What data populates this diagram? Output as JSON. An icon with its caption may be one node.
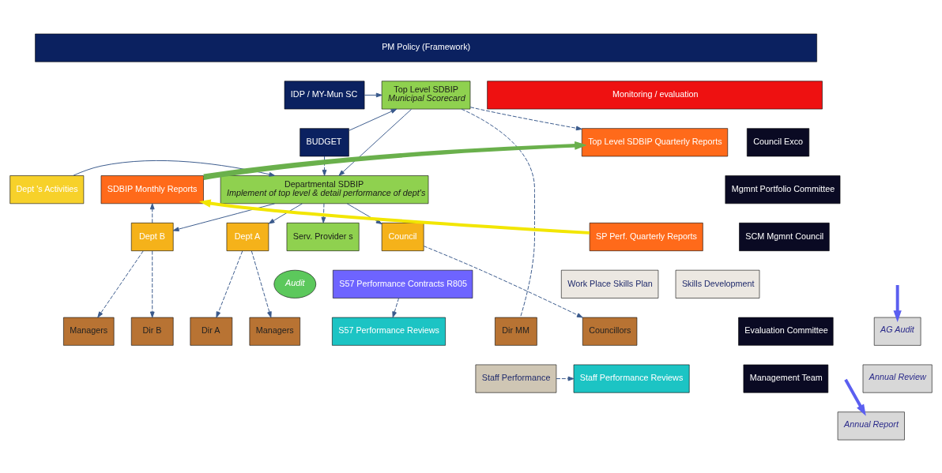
{
  "diagram": {
    "nodes": [
      {
        "text": [
          "PM Policy (Framework)"
        ]
      },
      {
        "text": [
          "IDP / MY-Mun SC"
        ]
      },
      {
        "text": [
          "BUDGET"
        ]
      },
      {
        "text": [
          "Dept 's Activities"
        ]
      },
      {
        "text": [
          "Top Level SDBIP",
          "Municipal Scorecard"
        ]
      },
      {
        "text": [
          "Departmental SDBIP",
          "Implement of top level & detail performance of dept's"
        ]
      },
      {
        "text": [
          "Council"
        ]
      },
      {
        "text": [
          "Dept A"
        ]
      },
      {
        "text": [
          "Dept B"
        ]
      },
      {
        "text": [
          "Serv. Provider s"
        ]
      },
      {
        "text": [
          "S57 Performance Contracts R805"
        ]
      },
      {
        "text": [
          "Dir MM"
        ]
      },
      {
        "text": [
          "Dir A"
        ]
      },
      {
        "text": [
          "Dir B"
        ]
      },
      {
        "text": [
          "Staff Performance"
        ]
      },
      {
        "text": [
          "Councillors"
        ]
      },
      {
        "text": [
          "Managers"
        ]
      },
      {
        "text": [
          "Managers"
        ]
      },
      {
        "text": [
          "Skills Development"
        ]
      },
      {
        "text": [
          "Work Place Skills Plan"
        ]
      },
      {
        "text": [
          "Monitoring / evaluation"
        ]
      },
      {
        "text": [
          "Top Level SDBIP Quarterly Reports"
        ]
      },
      {
        "text": [
          "Council Exco"
        ]
      },
      {
        "text": [
          "SDBIP Monthly Reports"
        ]
      },
      {
        "text": [
          "Mgmnt Portfolio Committee"
        ]
      },
      {
        "text": [
          "SP Perf. Quarterly Reports"
        ]
      },
      {
        "text": [
          "SCM Mgmnt Council"
        ]
      },
      {
        "text": [
          "Audit"
        ]
      },
      {
        "text": [
          "S57 Performance Reviews"
        ]
      },
      {
        "text": [
          "Evaluation Committee"
        ]
      },
      {
        "text": [
          "Staff Performance Reviews"
        ]
      },
      {
        "text": [
          "Management Team"
        ]
      },
      {
        "text": [
          "AG Audit"
        ]
      },
      {
        "text": [
          "Annual Review"
        ]
      },
      {
        "text": [
          "Annual Report"
        ]
      }
    ],
    "edges": [
      {
        "from": 1,
        "to": 4,
        "arrow": "to"
      },
      {
        "from": 2,
        "to": 4,
        "arrow": "to"
      },
      {
        "from": 2,
        "to": 5,
        "arrow": "to",
        "style": "dashed"
      },
      {
        "from": 3,
        "to": 5,
        "arrow": "to"
      },
      {
        "from": 4,
        "to": 5,
        "arrow": "to"
      },
      {
        "from": 5,
        "to": 6,
        "arrow": "to"
      },
      {
        "from": 5,
        "to": 7,
        "arrow": "to"
      },
      {
        "from": 5,
        "to": 8,
        "arrow": "to"
      },
      {
        "from": 4,
        "to": 11,
        "arrow": "none",
        "style": "dashed"
      },
      {
        "from": 7,
        "to": 12,
        "arrow": "to",
        "style": "dashed"
      },
      {
        "from": 8,
        "to": 13,
        "arrow": "to",
        "style": "dashed"
      },
      {
        "from": 6,
        "to": 15,
        "arrow": "to",
        "style": "dashed"
      },
      {
        "from": 7,
        "to": 16,
        "arrow": "to",
        "style": "dashed"
      },
      {
        "from": 8,
        "to": 17,
        "arrow": "to",
        "style": "dashed"
      },
      {
        "from": 5,
        "to": 9,
        "arrow": "to",
        "style": "dashed"
      },
      {
        "from": 4,
        "to": 21,
        "arrow": "to",
        "style": "dashed"
      },
      {
        "from": 8,
        "to": 23,
        "arrow": "to",
        "style": "dashed"
      },
      {
        "from": 23,
        "to": 21,
        "arrow": "to",
        "style": "thick",
        "color": "#6ab04c"
      },
      {
        "from": 23,
        "to": 21,
        "arrow": "to",
        "style": "thick",
        "color": "#6ab04c"
      },
      {
        "from": 25,
        "to": 23,
        "arrow": "to",
        "style": "thick",
        "color": "#f2e600"
      },
      {
        "from": 10,
        "to": 28,
        "arrow": "to",
        "style": "dashed"
      },
      {
        "from": 14,
        "to": 30,
        "arrow": "to",
        "style": "dashed"
      },
      {
        "from": null,
        "to": 32,
        "arrow": "to",
        "style": "thick",
        "color": "#5b5ff0"
      },
      {
        "from": null,
        "to": 34,
        "arrow": "to",
        "style": "thick",
        "color": "#5b5ff0"
      }
    ]
  }
}
